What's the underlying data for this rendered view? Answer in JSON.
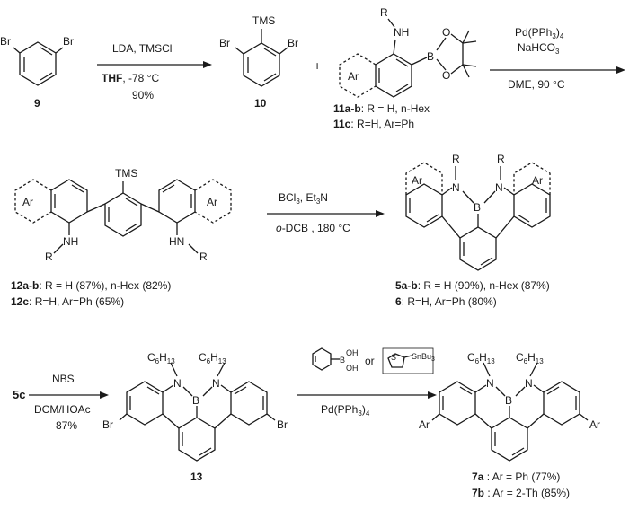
{
  "atoms": {
    "Br": "Br",
    "TMS": "TMS",
    "Ar": "Ar",
    "N": "N",
    "B": "B",
    "O": "O",
    "R": "R",
    "NH": "NH",
    "HN": "HN",
    "S": "S",
    "C6H13": "C",
    "C6H13_sub": "6",
    "H13": "H",
    "H13_sub": "13",
    "OH": "OH",
    "SnBu3": "SnBu",
    "SnBu3_sub": "3"
  },
  "compounds": {
    "c9": "9",
    "c10": "10",
    "c11ab": "11a-b",
    "c11ab_desc": ": R = H,  n-Hex",
    "c11c": "11c",
    "c11c_desc": ":  R=H, Ar=Ph",
    "c12ab": "12a-b",
    "c12ab_desc": ": R = H (87%), n-Hex (82%)",
    "c12c": "12c",
    "c12c_desc": ":  R=H, Ar=Ph (65%)",
    "c5ab": "5a-b",
    "c5ab_desc": ": R = H (90%), n-Hex (87%)",
    "c6": "6",
    "c6_desc": ":  R=H, Ar=Ph (80%)",
    "c5c": "5c",
    "c13": "13",
    "c7a": "7a",
    "c7a_desc": " : Ar = Ph (77%)",
    "c7b": "7b",
    "c7b_desc": " : Ar = 2-Th (85%)"
  },
  "conditions": {
    "step1_top": "LDA, TMSCl",
    "step1_solvent": "THF",
    "step1_temp": ", -78 °C",
    "step1_yield": "90%",
    "step2_line1": "Pd(PPh",
    "step2_line1_sub": "3",
    "step2_line1_end": ")",
    "step2_line1_sub2": "4",
    "step2_line2": "NaHCO",
    "step2_line2_sub": "3",
    "step2_line3": "DME, 90 °C",
    "step3_top": "BCl",
    "step3_top_sub": "3",
    "step3_top_end": ", Et",
    "step3_top_sub2": "3",
    "step3_top_end2": "N",
    "step3_bottom_italic": "o",
    "step3_bottom": "-DCB , 180 °C",
    "step4_top": "NBS",
    "step4_mid": "DCM/HOAc",
    "step4_yield": "87%",
    "step5_or": "or",
    "step5_bottom": "Pd(PPh",
    "step5_bottom_sub": "3",
    "step5_bottom_end": ")",
    "step5_bottom_sub2": "4"
  },
  "plus": "+"
}
